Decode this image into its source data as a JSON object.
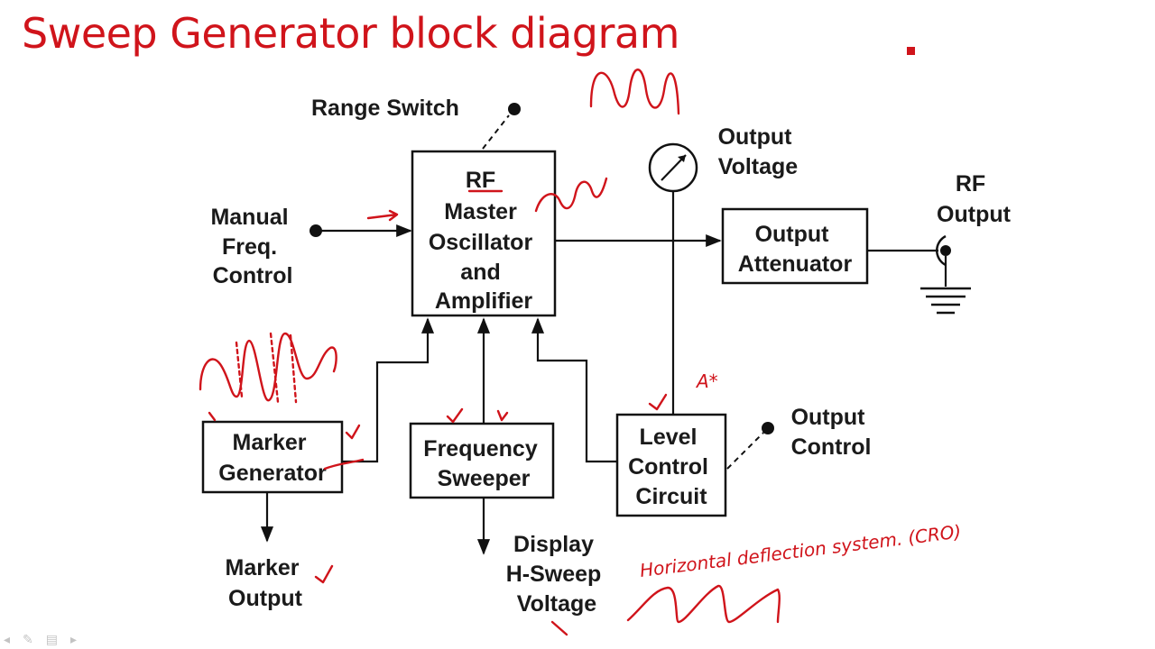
{
  "title": "Sweep Generator block diagram",
  "colors": {
    "annotation": "#d0141b",
    "diagram": "#111111"
  },
  "blocks": {
    "master_osc": [
      "RF",
      "Master",
      "Oscillator",
      "and",
      "Amplifier"
    ],
    "attenuator": [
      "Output",
      "Attenuator"
    ],
    "marker_gen": [
      "Marker",
      "Generator"
    ],
    "freq_sweeper": [
      "Frequency",
      "Sweeper"
    ],
    "level_control": [
      "Level",
      "Control",
      "Circuit"
    ]
  },
  "labels": {
    "range_switch": "Range Switch",
    "manual_freq": [
      "Manual",
      "Freq.",
      "Control"
    ],
    "output_voltage": [
      "Output",
      "Voltage"
    ],
    "rf_output": [
      "RF",
      "Output"
    ],
    "output_control": [
      "Output",
      "Control"
    ],
    "marker_output": [
      "Marker",
      "Output"
    ],
    "display_sweep": [
      "Display",
      "H-Sweep",
      "Voltage"
    ]
  },
  "annotations": {
    "horizontal_deflection": "Horizontal deflection system. (CRO)",
    "star_mark": "A*"
  },
  "icons": {
    "meter": "voltmeter-icon",
    "ground": "ground-icon",
    "connector": "rf-connector-icon",
    "nav": [
      "prev-icon",
      "pen-icon",
      "menu-icon",
      "next-icon"
    ]
  }
}
